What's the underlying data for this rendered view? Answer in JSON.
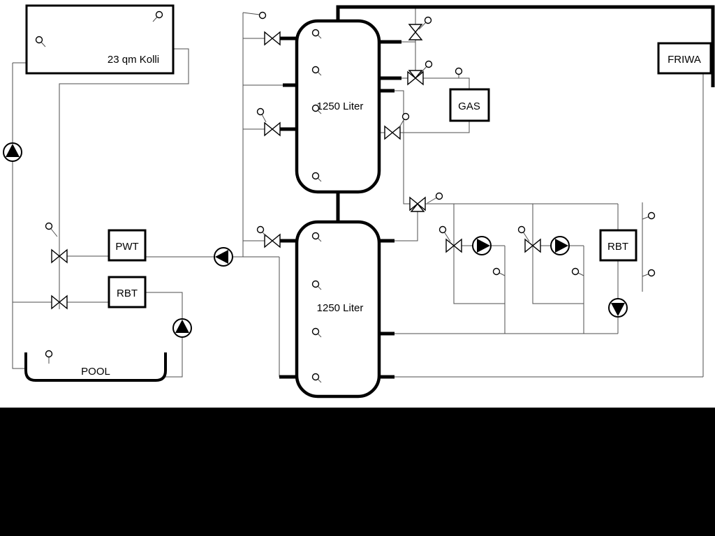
{
  "labels": {
    "collector": "23 qm Kolli",
    "upper_tank": "1250 Liter",
    "lower_tank": "1250 Liter",
    "gas": "GAS",
    "friwa": "FRIWA",
    "pwt": "PWT",
    "rbt_left": "RBT",
    "rbt_right": "RBT",
    "pool": "POOL"
  },
  "colors": {
    "background": "#ffffff",
    "line": "#000000",
    "letterbox": "#000000"
  },
  "icons": {
    "pump_icon": "circle-with-solid-triangle",
    "valve_icon": "bowtie-outline-triangles",
    "three_way_valve_icon": "bowtie-with-third-triangle",
    "sensor_icon": "small-circle-with-stem"
  }
}
